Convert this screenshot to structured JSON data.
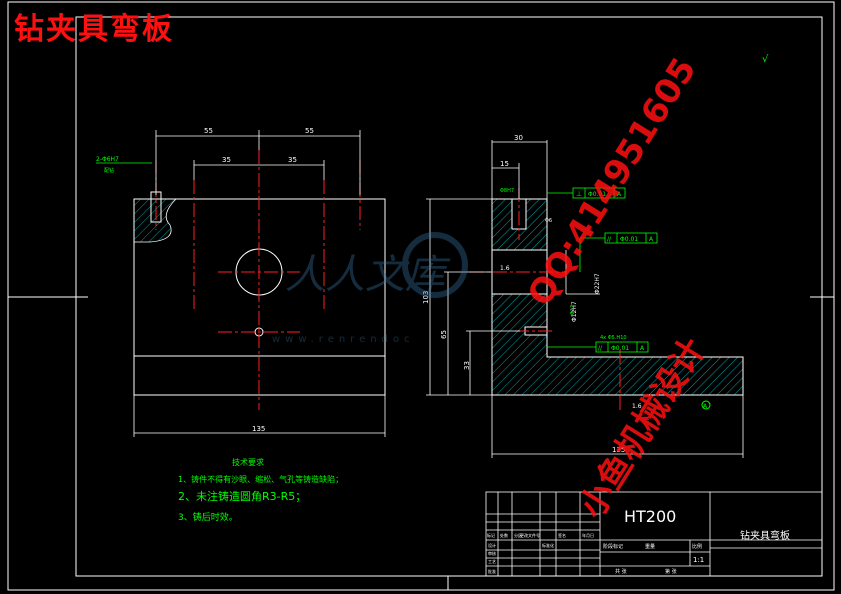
{
  "title_overlay": "钻夹具弯板",
  "watermark": {
    "brand_text": "人人文库",
    "site": "www.renrendoc",
    "qq": "QQ:414951605",
    "shop": "小鱼机械设计"
  },
  "front_view": {
    "dims": {
      "left_55": "55",
      "right_55": "55",
      "left_35": "35",
      "right_35": "35",
      "width_135": "135"
    },
    "hole_note": "2-Φ6H7",
    "hole_note_sub": "配钻"
  },
  "side_view": {
    "dims": {
      "top_30": "30",
      "top_15": "15",
      "h_103": "103",
      "h_65": "65",
      "h_33": "33",
      "bottom_135": "135",
      "hole_22H7": "Φ22H7",
      "hole_12H7": "Φ12H7",
      "surf_16": "1.6",
      "surf_16b": "1.6",
      "tol_6": "Φ6"
    },
    "gdt": [
      {
        "symbol": "⊥",
        "value": "Φ0.01",
        "datum": "A"
      },
      {
        "symbol": "//",
        "value": "Φ0.01",
        "datum": "A"
      },
      {
        "symbol": "//",
        "value": "Φ0.01",
        "datum": "A"
      }
    ],
    "small_labels": [
      "Φ8H7",
      "4x Φ5.H10",
      "Φ12",
      "A"
    ]
  },
  "roughness_mark": "√",
  "tech_requirements": {
    "heading": "技术要求",
    "items": [
      "1、铸件不得有沙眼、缩松、气孔等铸造缺陷；",
      "2、未注铸造圆角R3-R5；",
      "3、铸后时效。"
    ]
  },
  "title_block": {
    "material": "HT200",
    "part_name": "钻夹具弯板",
    "scale": "1:1",
    "row_labels": [
      "设计",
      "审核",
      "工艺",
      "批准"
    ],
    "header_labels": [
      "标记",
      "处数",
      "分区",
      "更改文件号",
      "签名",
      "年月日"
    ],
    "stage_labels": [
      "阶段标记",
      "重量",
      "比例"
    ],
    "sheet_labels": [
      "共 张",
      "第 张"
    ],
    "std_label": "标准化"
  },
  "colors": {
    "outline": "#ffffff",
    "center": "#ff2020",
    "dim": "#00ffff",
    "note": "#00ff00",
    "hatch": "#00c8c8"
  }
}
